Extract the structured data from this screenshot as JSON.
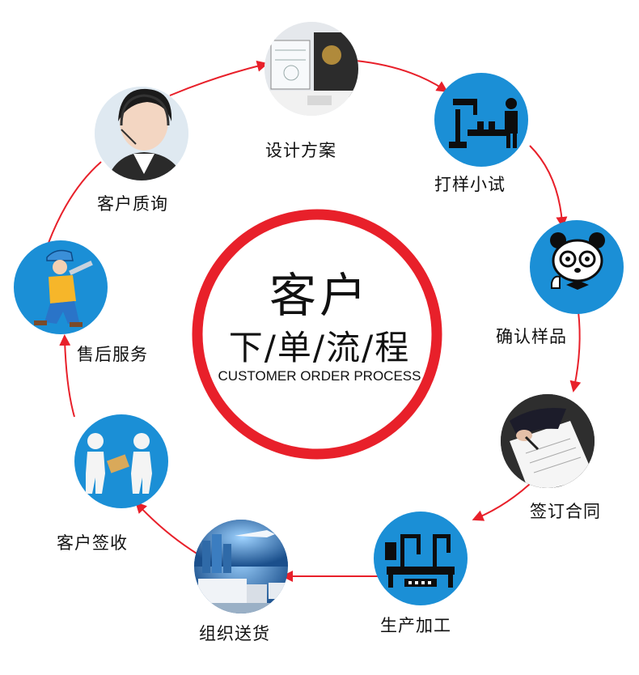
{
  "center": {
    "title": "客户",
    "subtitle": "下/单/流/程",
    "english": "CUSTOMER ORDER PROCESS"
  },
  "steps": [
    {
      "label": "客户质询",
      "icon": "customer-service-agent-icon"
    },
    {
      "label": "设计方案",
      "icon": "design-desk-icon"
    },
    {
      "label": "打样小试",
      "icon": "robot-arm-sampling-icon"
    },
    {
      "label": "确认样品",
      "icon": "panda-thumbs-up-icon"
    },
    {
      "label": "签订合同",
      "icon": "contract-signing-icon"
    },
    {
      "label": "生产加工",
      "icon": "production-line-icon"
    },
    {
      "label": "组织送货",
      "icon": "logistics-delivery-icon"
    },
    {
      "label": "客户签收",
      "icon": "receive-handover-icon"
    },
    {
      "label": "售后服务",
      "icon": "repair-worker-icon"
    }
  ],
  "colors": {
    "ring": "#e8202a",
    "arrow": "#e8202a",
    "icon_bg": "#1b8fd6",
    "text": "#111111"
  }
}
